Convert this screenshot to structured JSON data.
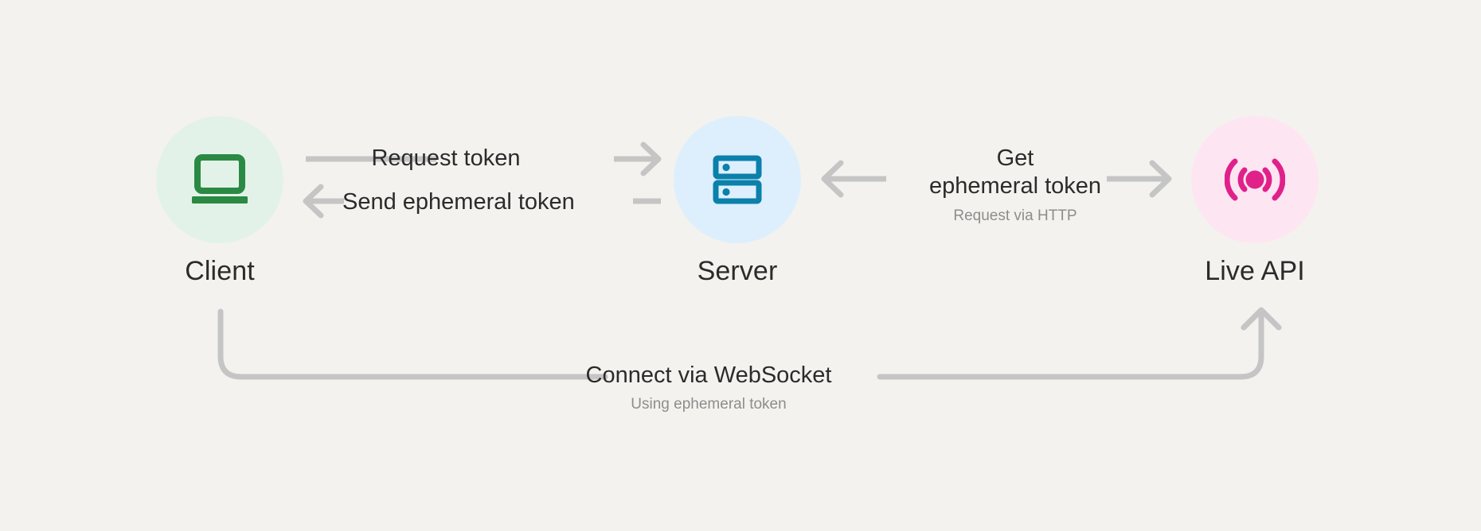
{
  "canvas": {
    "background": "#f3f2ef",
    "line_color": "#c5c5c5",
    "text_color": "#2b2b2b",
    "muted_text_color": "#8d8d8d"
  },
  "nodes": [
    {
      "id": "client",
      "label": "Client",
      "icon": "laptop-icon",
      "circle_color": "#e3f2e8",
      "icon_color": "#2a8a43"
    },
    {
      "id": "server",
      "label": "Server",
      "icon": "server-icon",
      "circle_color": "#ddeffc",
      "icon_color": "#0b80ab"
    },
    {
      "id": "live_api",
      "label": "Live API",
      "icon": "broadcast-icon",
      "circle_color": "#fde6f2",
      "icon_color": "#e0218a"
    }
  ],
  "edges": {
    "request_token": {
      "label": "Request token",
      "direction": "client-to-server",
      "arrow": "right-arrow-icon"
    },
    "send_ephemeral_token": {
      "label": "Send ephemeral token",
      "direction": "server-to-client",
      "arrow": "left-arrow-icon"
    },
    "get_ephemeral_token": {
      "label_line1": "Get",
      "label_line2": "ephemeral token",
      "sublabel": "Request via HTTP",
      "direction": "bidirectional",
      "arrow_left": "left-arrow-icon",
      "arrow_right": "right-arrow-icon"
    },
    "websocket": {
      "label": "Connect via WebSocket",
      "sublabel": "Using ephemeral token",
      "direction": "client-to-live-api",
      "arrow": "up-arrow-icon"
    }
  }
}
